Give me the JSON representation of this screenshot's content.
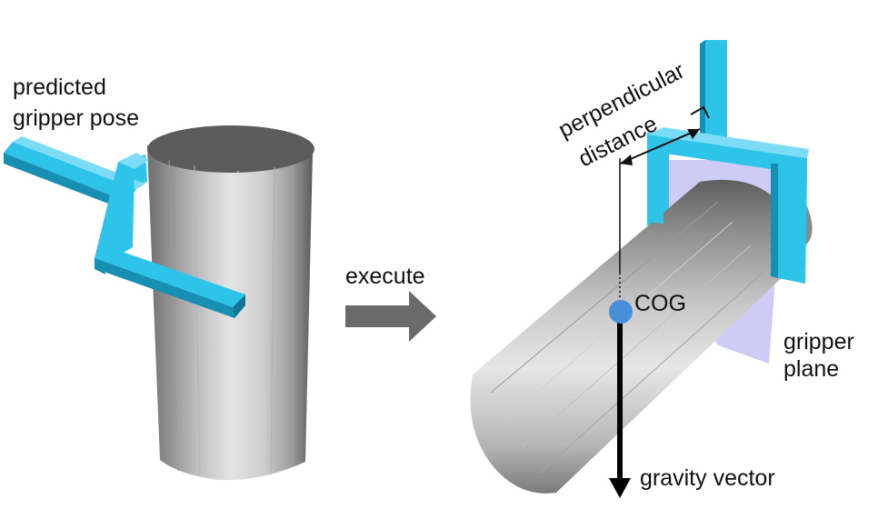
{
  "labels": {
    "predicted_pose_line1": "predicted",
    "predicted_pose_line2": "gripper pose",
    "execute": "execute",
    "perpendicular_line1": "perpendicular",
    "perpendicular_line2": "distance",
    "cog": "COG",
    "gripper_plane_line1": "gripper",
    "gripper_plane_line2": "plane",
    "gravity_vector": "gravity vector"
  },
  "colors": {
    "gripper": "#2ec4ea",
    "gripper_dark": "#168fb3",
    "cylinder_light": "#e4e4e4",
    "cylinder_dark": "#6e6e6e",
    "cylinder_top": "#5c5c5c",
    "arrow": "#6a6a6a",
    "plane": "#b9b6f2",
    "cog_dot": "#4a8fd8"
  }
}
